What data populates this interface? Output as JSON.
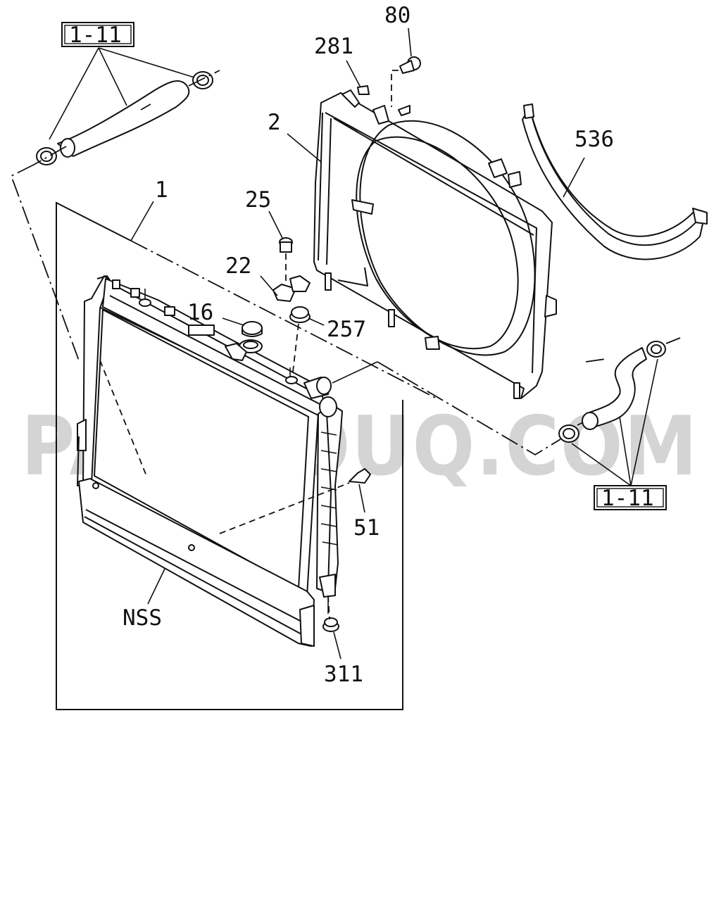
{
  "callouts": {
    "p80": "80",
    "p281": "281",
    "p2": "2",
    "p536": "536",
    "p1": "1",
    "p25": "25",
    "p22": "22",
    "p16": "16",
    "p257": "257",
    "p51": "51",
    "pNSS": "NSS",
    "p311": "311"
  },
  "references": {
    "top_left": "1-11",
    "bottom_right": "1-11"
  },
  "watermark": "PARTSOUQ.COM"
}
